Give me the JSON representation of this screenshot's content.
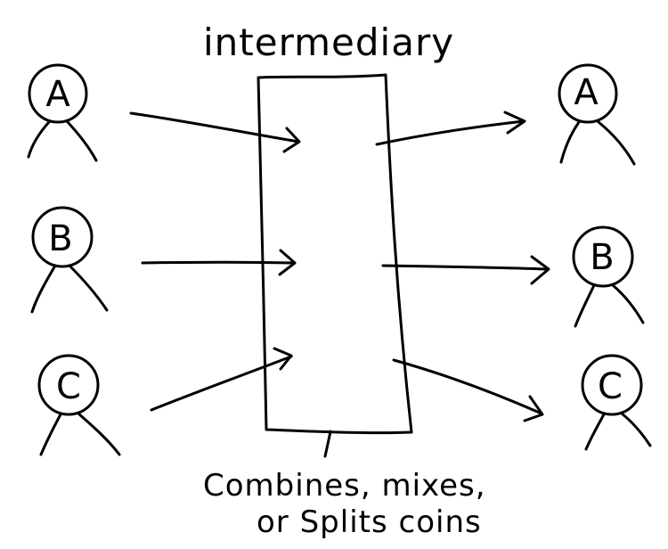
{
  "title": "intermediary",
  "note": {
    "line1": "Combines, mixes,",
    "line2": "or Splits coins"
  },
  "senders": [
    {
      "label": "A"
    },
    {
      "label": "B"
    },
    {
      "label": "C"
    }
  ],
  "receivers": [
    {
      "label": "A"
    },
    {
      "label": "B"
    },
    {
      "label": "C"
    }
  ]
}
